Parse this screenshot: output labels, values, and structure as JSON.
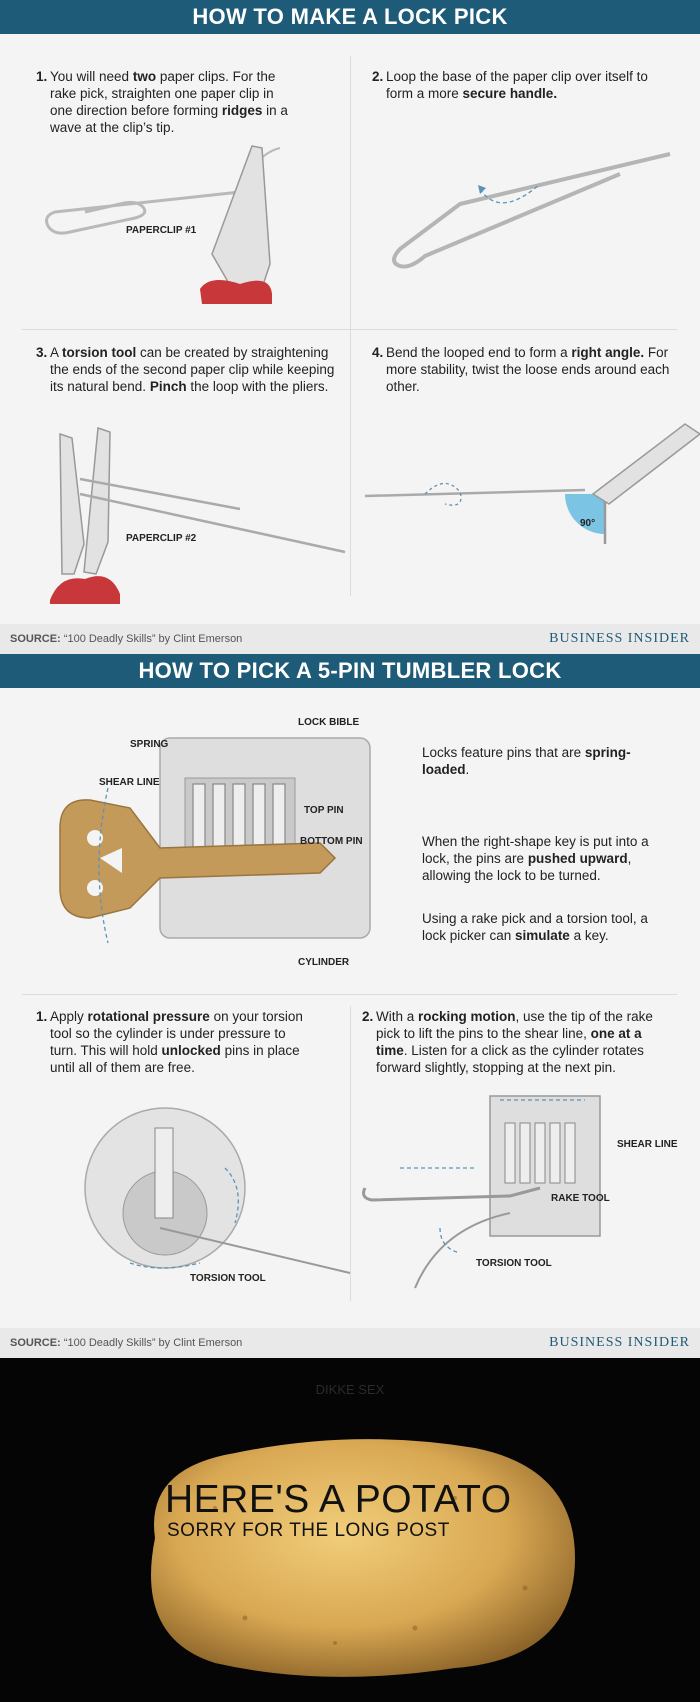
{
  "section1": {
    "title": "HOW TO MAKE A LOCK PICK",
    "steps": [
      {
        "num": "1.",
        "parts": [
          [
            "You will need ",
            ""
          ],
          [
            "two",
            "b"
          ],
          [
            " paper clips. For the rake pick, straighten one paper clip in one direction before forming ",
            ""
          ],
          [
            "ridges",
            "b"
          ],
          [
            " in a wave at the clip’s tip.",
            ""
          ]
        ]
      },
      {
        "num": "2.",
        "parts": [
          [
            "Loop the base of the paper clip over itself to form a more ",
            ""
          ],
          [
            "secure handle.",
            "b"
          ]
        ]
      },
      {
        "num": "3.",
        "parts": [
          [
            "A ",
            ""
          ],
          [
            "torsion tool",
            "b"
          ],
          [
            " can be created by straightening the ends of the second paper clip while keeping its natural bend. ",
            ""
          ],
          [
            "Pinch",
            "b"
          ],
          [
            " the loop with the pliers.",
            ""
          ]
        ]
      },
      {
        "num": "4.",
        "parts": [
          [
            "Bend the looped end to form a ",
            ""
          ],
          [
            "right angle.",
            "b"
          ],
          [
            " For more stability, twist the loose ends around each other.",
            ""
          ]
        ]
      }
    ],
    "labels": {
      "paperclip1": "PAPERCLIP #1",
      "paperclip2": "PAPERCLIP #2",
      "angle": "90°"
    },
    "source_label": "SOURCE:",
    "source_text": " “100 Deadly Skills” by Clint Emerson",
    "brand": "BUSINESS INSIDER"
  },
  "section2": {
    "title": "HOW TO PICK A 5-PIN TUMBLER LOCK",
    "diagram_labels": {
      "lock_bible": "LOCK BIBLE",
      "spring": "SPRING",
      "shear_line": "SHEAR LINE",
      "top_pin": "TOP PIN",
      "bottom_pin": "BOTTOM PIN",
      "cylinder": "CYLINDER"
    },
    "notes": [
      {
        "parts": [
          [
            "Locks feature pins that are ",
            ""
          ],
          [
            "spring-loaded",
            "b"
          ],
          [
            ".",
            ""
          ]
        ]
      },
      {
        "parts": [
          [
            "When the right-shape key is put into a lock, the pins are ",
            ""
          ],
          [
            "pushed upward",
            "b"
          ],
          [
            ", allowing the lock to be turned.",
            ""
          ]
        ]
      },
      {
        "parts": [
          [
            "Using a rake pick and a torsion tool, a lock picker can ",
            ""
          ],
          [
            "simulate",
            "b"
          ],
          [
            " a key.",
            ""
          ]
        ]
      }
    ],
    "steps": [
      {
        "num": "1.",
        "parts": [
          [
            "Apply ",
            ""
          ],
          [
            "rotational pressure",
            "b"
          ],
          [
            " on your torsion tool so the cylinder is under pressure to turn. This will hold ",
            ""
          ],
          [
            "unlocked",
            "b"
          ],
          [
            " pins in place until all of them are free.",
            ""
          ]
        ]
      },
      {
        "num": "2.",
        "parts": [
          [
            "With a ",
            ""
          ],
          [
            "rocking motion",
            "b"
          ],
          [
            ", use the tip of the rake pick to lift the pins to the shear line, ",
            ""
          ],
          [
            "one at a time",
            "b"
          ],
          [
            ". Listen for a click as the cylinder rotates forward slightly, stopping at the next pin.",
            ""
          ]
        ]
      }
    ],
    "step_labels": {
      "torsion_tool_1": "TORSION TOOL",
      "shear_line": "SHEAR LINE",
      "rake_tool": "RAKE TOOL",
      "torsion_tool_2": "TORSION TOOL"
    },
    "source_label": "SOURCE:",
    "source_text": " “100 Deadly Skills” by Clint Emerson",
    "brand": "BUSINESS INSIDER"
  },
  "meme": {
    "watermark": "DIKKE SEX",
    "headline": "HERE'S A POTATO",
    "subline": "SORRY FOR THE LONG POST"
  },
  "colors": {
    "banner": "#1d5b78",
    "panel": "#f4f4f4",
    "plier_red": "#c8373a",
    "key": "#c49a5a",
    "lock": "#d9d9d9",
    "arrow": "#5b93b6"
  }
}
